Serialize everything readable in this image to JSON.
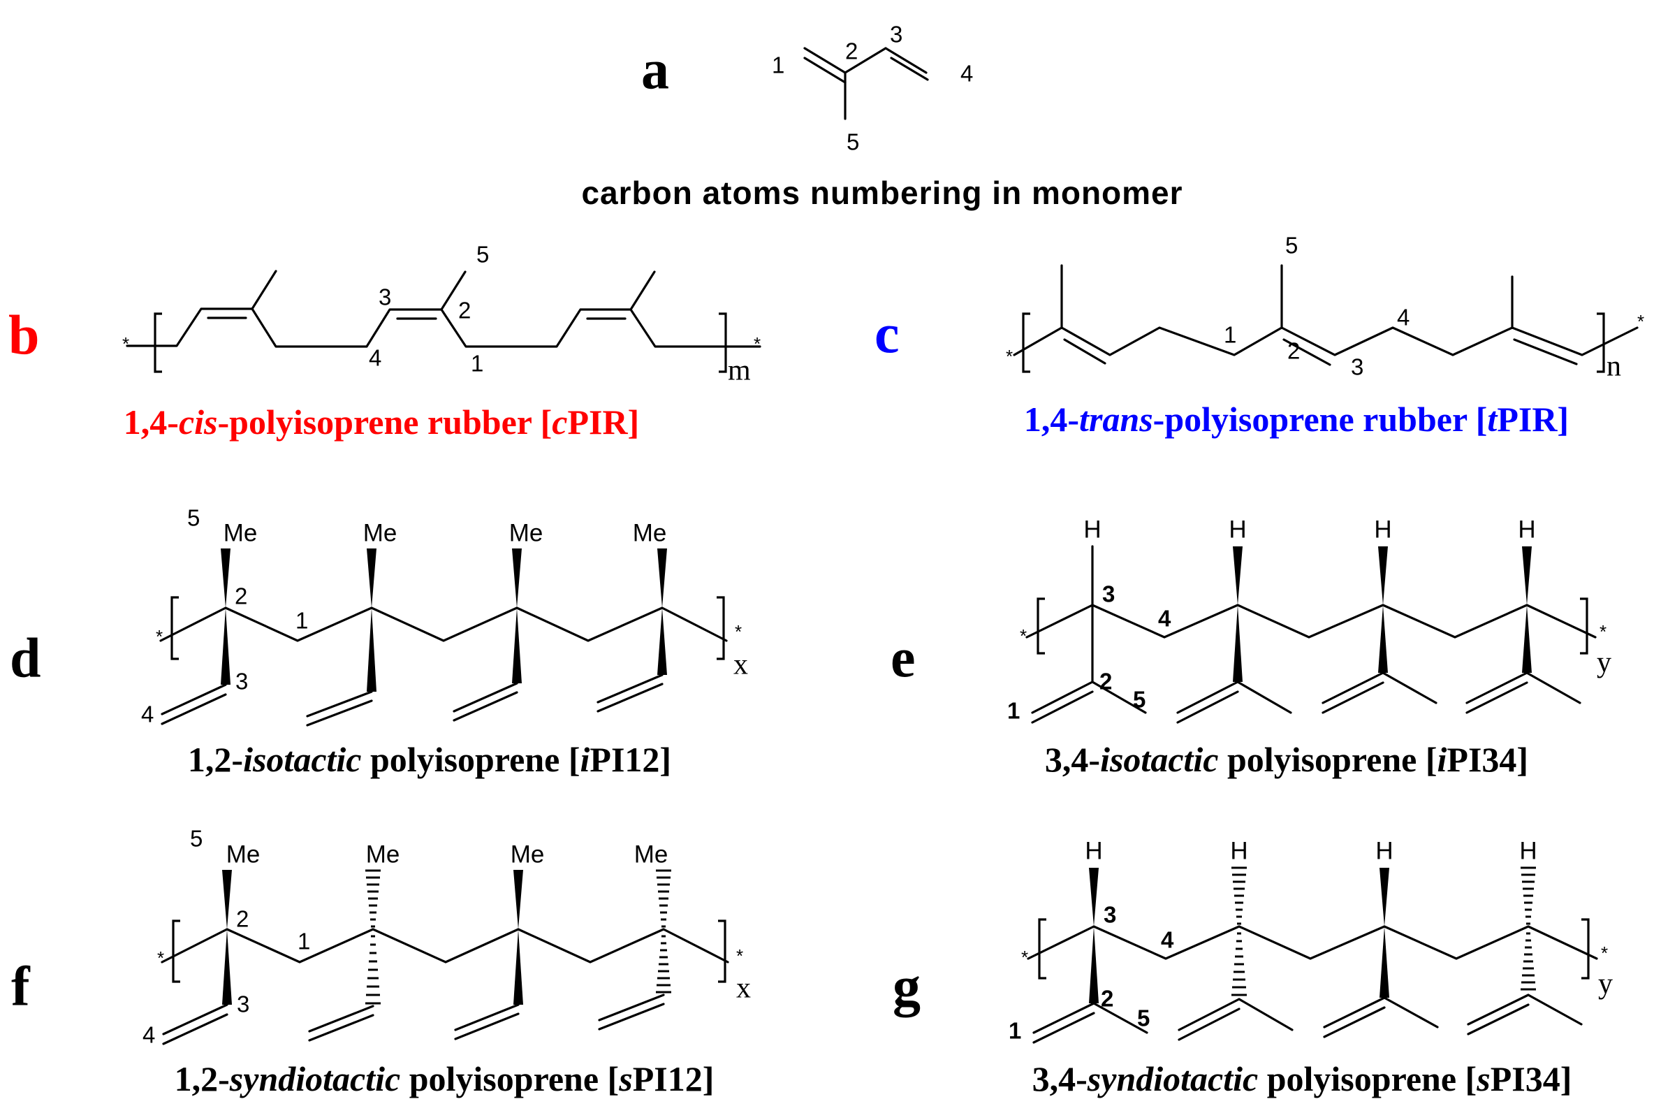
{
  "colors": {
    "text": "#000000",
    "cis_red": "#ff0000",
    "trans_blue": "#0000ff"
  },
  "panels": {
    "a": {
      "letter": "a",
      "caption": "carbon atoms numbering in monomer",
      "atoms": {
        "c1": "1",
        "c2": "2",
        "c3": "3",
        "c4": "4",
        "c5": "5"
      }
    },
    "b": {
      "letter": "b",
      "caption_pre": "1,4-",
      "caption_it": "cis",
      "caption_mid": "-polyisoprene rubber [",
      "caption_it2": "c",
      "caption_post": "PIR]",
      "atoms": {
        "c1": "1",
        "c2": "2",
        "c3": "3",
        "c4": "4",
        "c5": "5"
      },
      "subscript": "m",
      "end_marker": "*"
    },
    "c": {
      "letter": "c",
      "caption_pre": "1,4-",
      "caption_it": "trans",
      "caption_mid": "-polyisoprene rubber [",
      "caption_it2": "t",
      "caption_post": "PIR]",
      "atoms": {
        "c1": "1",
        "c2": "2",
        "c3": "3",
        "c4": "4",
        "c5": "5"
      },
      "subscript": "n",
      "end_marker": "*"
    },
    "d": {
      "letter": "d",
      "caption_pre": "1,2-",
      "caption_it": "isotactic",
      "caption_mid": " polyisoprene [",
      "caption_it2": "i",
      "caption_post": "PI12]",
      "group": "Me",
      "atoms": {
        "c1": "1",
        "c2": "2",
        "c3": "3",
        "c4": "4",
        "c5": "5"
      },
      "subscript": "x",
      "end_marker": "*"
    },
    "e": {
      "letter": "e",
      "caption_pre": "3,4-",
      "caption_it": "isotactic",
      "caption_mid": " polyisoprene [",
      "caption_it2": "i",
      "caption_post": "PI34]",
      "group": "H",
      "atoms": {
        "c1": "1",
        "c2": "2",
        "c3": "3",
        "c4": "4",
        "c5": "5"
      },
      "subscript": "y",
      "end_marker": "*"
    },
    "f": {
      "letter": "f",
      "caption_pre": "1,2-",
      "caption_it": "syndiotactic",
      "caption_mid": " polyisoprene [",
      "caption_it2": "s",
      "caption_post": "PI12]",
      "group": "Me",
      "atoms": {
        "c1": "1",
        "c2": "2",
        "c3": "3",
        "c4": "4",
        "c5": "5"
      },
      "subscript": "x",
      "end_marker": "*"
    },
    "g": {
      "letter": "g",
      "caption_pre": "3,4-",
      "caption_it": "syndiotactic",
      "caption_mid": " polyisoprene [",
      "caption_it2": "s",
      "caption_post": "PI34]",
      "group": "H",
      "atoms": {
        "c1": "1",
        "c2": "2",
        "c3": "3",
        "c4": "4",
        "c5": "5"
      },
      "subscript": "y",
      "end_marker": "*"
    }
  }
}
